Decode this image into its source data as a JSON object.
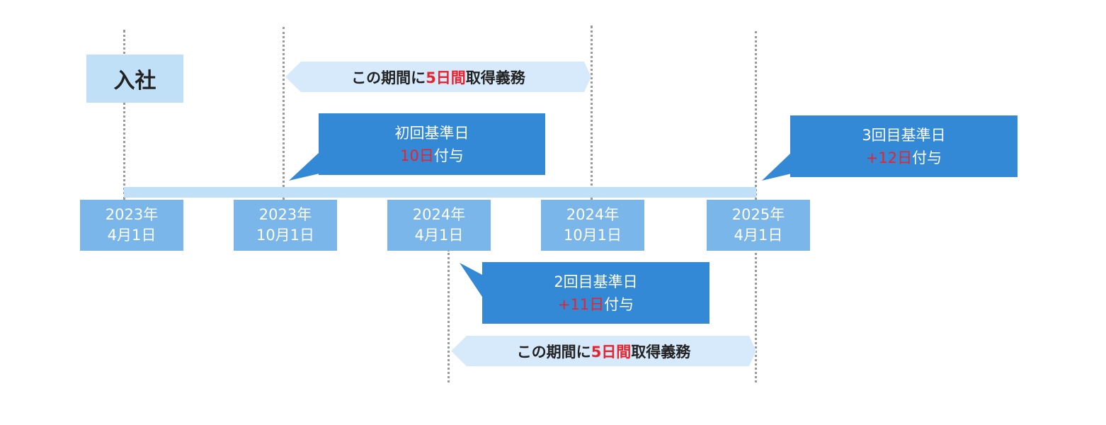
{
  "hire_label": "入社",
  "period_label": {
    "before": "この期間に",
    "highlight": "5日間",
    "after": "取得義務"
  },
  "dates": [
    {
      "year": "2023年",
      "day": "4月1日"
    },
    {
      "year": "2023年",
      "day": "10月1日"
    },
    {
      "year": "2024年",
      "day": "4月1日"
    },
    {
      "year": "2024年",
      "day": "10月1日"
    },
    {
      "year": "2025年",
      "day": "4月1日"
    }
  ],
  "callouts": [
    {
      "title": "初回基準日",
      "grant": "10日",
      "suffix": "付与"
    },
    {
      "title": "2回目基準日",
      "grant": "+11日",
      "suffix": "付与"
    },
    {
      "title": "3回目基準日",
      "grant": "+12日",
      "suffix": "付与"
    }
  ],
  "colors": {
    "highlight": "#e8232c",
    "callout": "#3389d6",
    "date_box": "#7ab6ea",
    "light": "#bfe0f7"
  }
}
